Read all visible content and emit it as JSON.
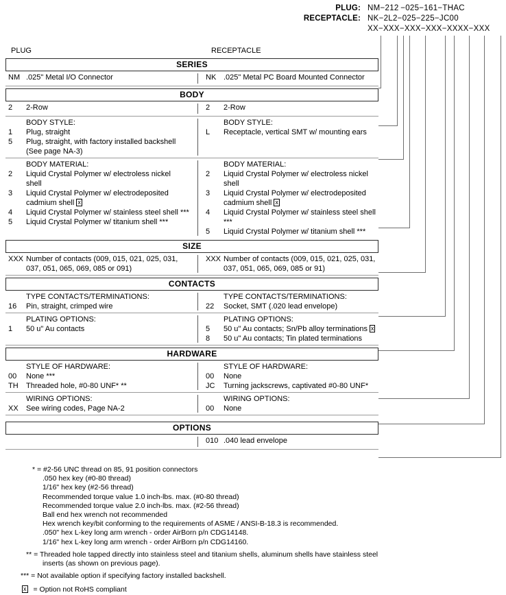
{
  "part_number_header": {
    "rows": [
      {
        "label": "PLUG:",
        "code": "NM−212 −025−161−THAC"
      },
      {
        "label": "RECEPTACLE:",
        "code": "NK−2L2−025−225−JC00"
      },
      {
        "label": "",
        "code": "XX−XXX−XXX−XXX−XXXX−XXX"
      }
    ]
  },
  "column_headers": {
    "left": "PLUG",
    "right": "RECEPTACLE"
  },
  "sections": {
    "series": {
      "title": "SERIES",
      "left": [
        {
          "code": "NM",
          "desc": ".025\" Metal I/O Connector"
        }
      ],
      "right": [
        {
          "code": "NK",
          "desc": ".025\" Metal PC Board Mounted Connector"
        }
      ]
    },
    "body": {
      "title": "BODY",
      "row_count": [
        {
          "code": "2",
          "desc": "2-Row"
        }
      ],
      "row_count_right": [
        {
          "code": "2",
          "desc": "2-Row"
        }
      ],
      "style_heading": "BODY STYLE:",
      "style_left": [
        {
          "code": "1",
          "desc": "Plug, straight"
        },
        {
          "code": "5",
          "desc": "Plug, straight, with factory installed backshell"
        },
        {
          "code": "",
          "desc": "(See page NA-3)",
          "continuation": true
        }
      ],
      "style_right": [
        {
          "code": "L",
          "desc": "Receptacle, vertical SMT w/ mounting ears"
        }
      ],
      "material_heading": "BODY MATERIAL:",
      "material_left": [
        {
          "code": "2",
          "desc": "Liquid Crystal Polymer w/ electroless nickel"
        },
        {
          "code": "",
          "desc": "shell",
          "continuation": true
        },
        {
          "code": "3",
          "desc": "Liquid Crystal Polymer w/ electrodeposited"
        },
        {
          "code": "",
          "desc": "cadmium shell",
          "continuation": true,
          "rohs": true
        },
        {
          "code": "4",
          "desc": "Liquid Crystal Polymer w/ stainless steel shell ***"
        },
        {
          "code": "5",
          "desc": "Liquid Crystal Polymer w/ titanium shell ***"
        }
      ],
      "material_right": [
        {
          "code": "2",
          "desc": "Liquid Crystal Polymer w/ electroless nickel"
        },
        {
          "code": "",
          "desc": "shell",
          "continuation": true
        },
        {
          "code": "3",
          "desc": "Liquid Crystal Polymer w/ electrodeposited"
        },
        {
          "code": "",
          "desc": "cadmium shell",
          "continuation": true,
          "rohs": true
        },
        {
          "code": "4",
          "desc": "Liquid Crystal Polymer w/ stainless steel shell ***"
        },
        {
          "code": "5",
          "desc": "Liquid Crystal Polymer w/ titanium shell ***"
        }
      ]
    },
    "size": {
      "title": "SIZE",
      "left": [
        {
          "code": "XXX",
          "desc": "Number of contacts (009, 015, 021, 025, 031,"
        },
        {
          "code": "",
          "desc": "037, 051, 065, 069, 085 or 091)",
          "continuation": true
        }
      ],
      "right": [
        {
          "code": "XXX",
          "desc": "Number of contacts (009, 015, 021, 025, 031,"
        },
        {
          "code": "",
          "desc": "037, 051, 065, 069, 085 or 91)",
          "continuation": true
        }
      ]
    },
    "contacts": {
      "title": "CONTACTS",
      "type_heading": "TYPE CONTACTS/TERMINATIONS:",
      "type_left": [
        {
          "code": "16",
          "desc": "Pin, straight, crimped wire"
        }
      ],
      "type_right": [
        {
          "code": "22",
          "desc": "Socket, SMT (.020 lead envelope)"
        }
      ],
      "plating_heading": "PLATING OPTIONS:",
      "plating_left": [
        {
          "code": "1",
          "desc": "50 u\" Au contacts"
        }
      ],
      "plating_right": [
        {
          "code": "5",
          "desc": "50 u\" Au contacts; Sn/Pb alloy terminations",
          "rohs": true
        },
        {
          "code": "8",
          "desc": "50 u\" Au contacts; Tin plated terminations"
        }
      ]
    },
    "hardware": {
      "title": "HARDWARE",
      "style_heading": "STYLE OF HARDWARE:",
      "style_left": [
        {
          "code": "00",
          "desc": "None ***"
        },
        {
          "code": "TH",
          "desc": "Threaded hole, #0-80 UNF*  **"
        }
      ],
      "style_right": [
        {
          "code": "00",
          "desc": "None"
        },
        {
          "code": "JC",
          "desc": "Turning jackscrews, captivated #0-80 UNF*"
        }
      ],
      "wiring_heading": "WIRING OPTIONS:",
      "wiring_left": [
        {
          "code": "XX",
          "desc": "See wiring codes, Page NA-2"
        }
      ],
      "wiring_right": [
        {
          "code": "00",
          "desc": "None"
        }
      ]
    },
    "options": {
      "title": "OPTIONS",
      "left": [],
      "right": [
        {
          "code": "010",
          "desc": ".040 lead envelope"
        }
      ]
    }
  },
  "footnotes": {
    "star": [
      "* = #2-56 UNC thread on 85, 91 position connectors",
      ".050 hex key (#0-80 thread)",
      "1/16\" hex key (#2-56 thread)",
      "Recommended torque value 1.0 inch-lbs. max. (#0-80 thread)",
      "Recommended torque value 2.0 inch-lbs. max. (#2-56 thread)",
      "Ball end hex wrench not recommended",
      "Hex wrench key/bit conforming to the requirements of ASME / ANSI-B-18.3 is recommended.",
      ".050\" hex L-key long arm wrench - order AirBorn p/n CDG14148.",
      "1/16\" hex L-key long arm wrench - order AirBorn p/n CDG14160."
    ],
    "double_star": [
      "** = Threaded hole tapped directly into stainless steel and titanium shells, aluminum shells have stainless steel",
      "inserts (as shown on previous page)."
    ],
    "triple_star": "*** = Not available option if specifying factory installed backshell.",
    "rohs_note": "= Option not RoHS compliant",
    "rohs_glyph": "x"
  }
}
